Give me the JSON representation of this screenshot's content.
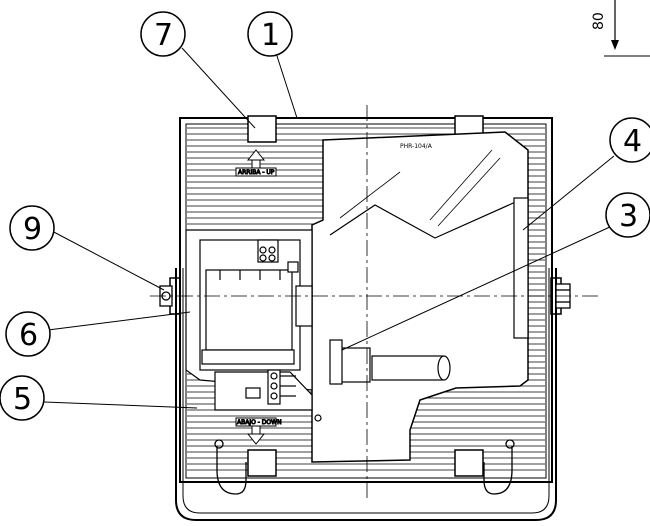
{
  "balloons": [
    {
      "number": "7",
      "label_id": "balloon-7"
    },
    {
      "number": "1",
      "label_id": "balloon-1"
    },
    {
      "number": "4",
      "label_id": "balloon-4"
    },
    {
      "number": "3",
      "label_id": "balloon-3"
    },
    {
      "number": "9",
      "label_id": "balloon-9"
    },
    {
      "number": "6",
      "label_id": "balloon-6"
    },
    {
      "number": "5",
      "label_id": "balloon-5"
    }
  ],
  "labels": {
    "lamp_code": "PHR-104/A",
    "top_arrow_text": "ARRIBA - UP",
    "bottom_arrow_text": "ABAJO - DOWN",
    "dimension": "80"
  },
  "colors": {
    "line": "#000000",
    "background": "#ffffff"
  }
}
